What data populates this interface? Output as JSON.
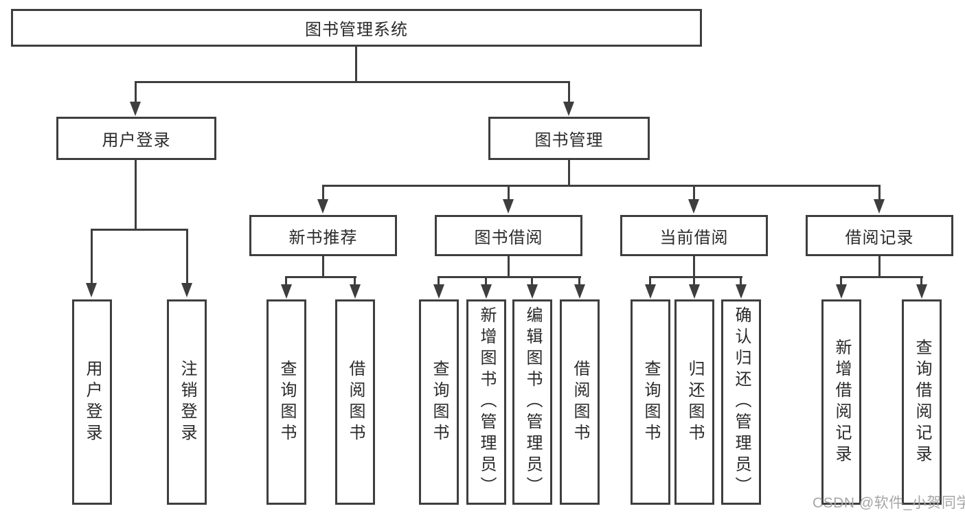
{
  "nodes": {
    "root": "图书管理系统",
    "user_login": "用户登录",
    "book_management": "图书管理",
    "new_book_recommend": "新书推荐",
    "book_borrowing": "图书借阅",
    "current_borrowing": "当前借阅",
    "borrowing_records": "借阅记录",
    "leaf_user_login": "用户登录",
    "leaf_logout": "注销登录",
    "leaf_nbr_query_books": "查询图书",
    "leaf_nbr_borrow_books": "借阅图书",
    "leaf_bb_query_books": "查询图书",
    "leaf_bb_add_books_admin": "新增图书（管理员）",
    "leaf_bb_edit_books_admin": "编辑图书（管理员）",
    "leaf_bb_borrow_books": "借阅图书",
    "leaf_cb_query_books": "查询图书",
    "leaf_cb_return_books": "归还图书",
    "leaf_cb_confirm_return_admin": "确认归还（管理员）",
    "leaf_br_add_record": "新增借阅记录",
    "leaf_br_query_record": "查询借阅记录"
  },
  "watermark": "CSDN @软件_小贺同学",
  "colors": {
    "line": "#3e3e3e",
    "text": "#2a2a2a",
    "watermark": "#a6a6a6",
    "background": "#ffffff"
  }
}
